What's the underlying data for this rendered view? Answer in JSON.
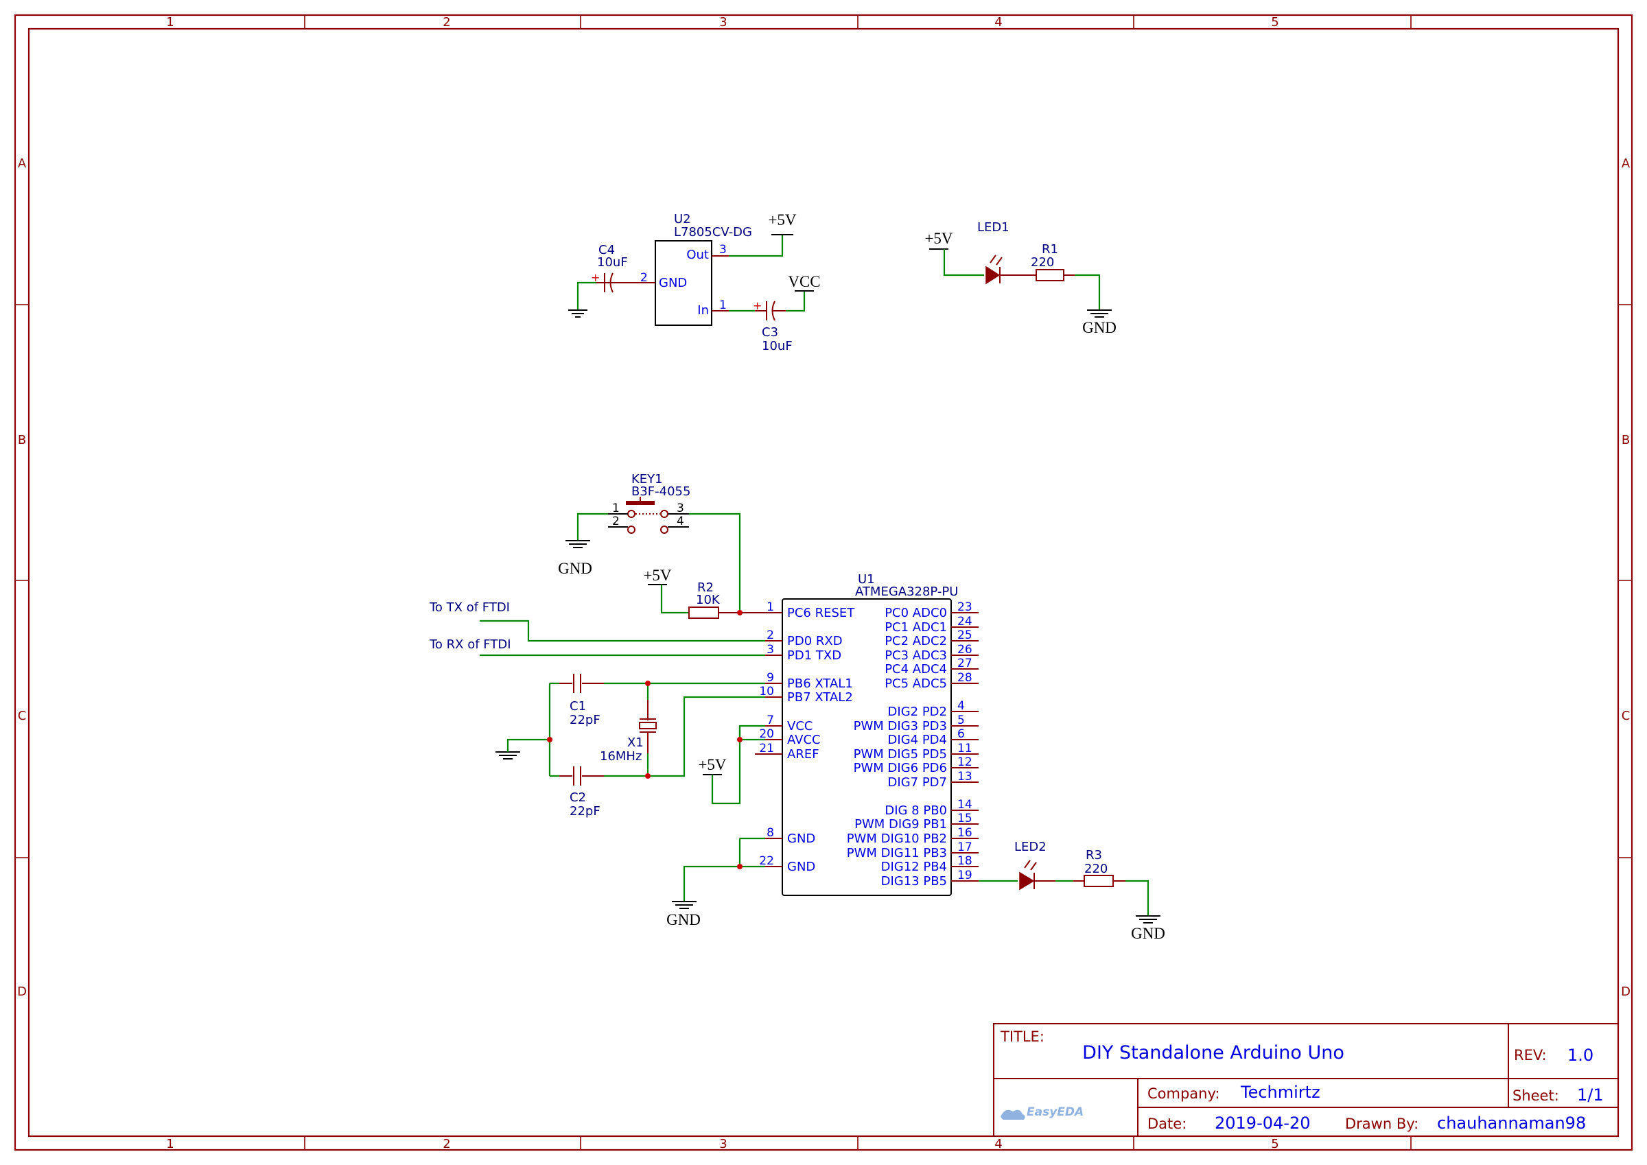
{
  "frame": {
    "columns": [
      "1",
      "2",
      "3",
      "4",
      "5"
    ],
    "rows": [
      "A",
      "B",
      "C",
      "D"
    ]
  },
  "regulator": {
    "ref": "U2",
    "part": "L7805CV-DG",
    "pins": {
      "out_name": "Out",
      "out_num": "3",
      "gnd_name": "GND",
      "gnd_num": "2",
      "in_name": "In",
      "in_num": "1"
    },
    "c4": {
      "ref": "C4",
      "value": "10uF"
    },
    "c3": {
      "ref": "C3",
      "value": "10uF"
    },
    "vout_net": "+5V",
    "vin_net": "VCC"
  },
  "led1_circuit": {
    "supply": "+5V",
    "led_ref": "LED1",
    "res_ref": "R1",
    "res_value": "220",
    "ground": "GND"
  },
  "reset_circuit": {
    "key_ref": "KEY1",
    "key_part": "B3F-4055",
    "key_pins": [
      "1",
      "2",
      "3",
      "4"
    ],
    "ground": "GND",
    "supply": "+5V",
    "res_ref": "R2",
    "res_value": "10K"
  },
  "ftdi": {
    "tx_label": "To TX of FTDI",
    "rx_label": "To RX of FTDI"
  },
  "crystal": {
    "c1_ref": "C1",
    "c1_value": "22pF",
    "c2_ref": "C2",
    "c2_value": "22pF",
    "x_ref": "X1",
    "x_value": "16MHz"
  },
  "power_nets": {
    "avcc_supply": "+5V",
    "bottom_ground": "GND"
  },
  "mcu": {
    "ref": "U1",
    "part": "ATMEGA328P-PU",
    "left_pins": [
      {
        "num": "1",
        "name": "PC6 RESET"
      },
      {
        "num": "2",
        "name": "PD0 RXD"
      },
      {
        "num": "3",
        "name": "PD1 TXD"
      },
      {
        "num": "9",
        "name": "PB6 XTAL1"
      },
      {
        "num": "10",
        "name": "PB7 XTAL2"
      },
      {
        "num": "7",
        "name": "VCC"
      },
      {
        "num": "20",
        "name": "AVCC"
      },
      {
        "num": "21",
        "name": "AREF"
      },
      {
        "num": "8",
        "name": "GND"
      },
      {
        "num": "22",
        "name": "GND"
      }
    ],
    "right_pins": [
      {
        "num": "23",
        "name": "PC0 ADC0"
      },
      {
        "num": "24",
        "name": "PC1 ADC1"
      },
      {
        "num": "25",
        "name": "PC2 ADC2"
      },
      {
        "num": "26",
        "name": "PC3 ADC3"
      },
      {
        "num": "27",
        "name": "PC4 ADC4"
      },
      {
        "num": "28",
        "name": "PC5 ADC5"
      },
      {
        "num": "4",
        "name": "DIG2 PD2"
      },
      {
        "num": "5",
        "name": "PWM DIG3 PD3"
      },
      {
        "num": "6",
        "name": "DIG4 PD4"
      },
      {
        "num": "11",
        "name": "PWM DIG5 PD5"
      },
      {
        "num": "12",
        "name": "PWM DIG6 PD6"
      },
      {
        "num": "13",
        "name": "DIG7 PD7"
      },
      {
        "num": "14",
        "name": "DIG 8 PB0"
      },
      {
        "num": "15",
        "name": "PWM DIG9 PB1"
      },
      {
        "num": "16",
        "name": "PWM DIG10 PB2"
      },
      {
        "num": "17",
        "name": "PWM DIG11 PB3"
      },
      {
        "num": "18",
        "name": "DIG12 PB4"
      },
      {
        "num": "19",
        "name": "DIG13 PB5"
      }
    ]
  },
  "led2_circuit": {
    "led_ref": "LED2",
    "res_ref": "R3",
    "res_value": "220",
    "ground": "GND"
  },
  "title_block": {
    "title_label": "TITLE:",
    "title": "DIY Standalone Arduino Uno",
    "rev_label": "REV:",
    "rev": "1.0",
    "company_label": "Company:",
    "company": "Techmirtz",
    "sheet_label": "Sheet:",
    "sheet": "1/1",
    "date_label": "Date:",
    "date": "2019-04-20",
    "drawn_by_label": "Drawn By:",
    "drawn_by": "chauhannaman98",
    "logo_text": "EasyEDA"
  }
}
